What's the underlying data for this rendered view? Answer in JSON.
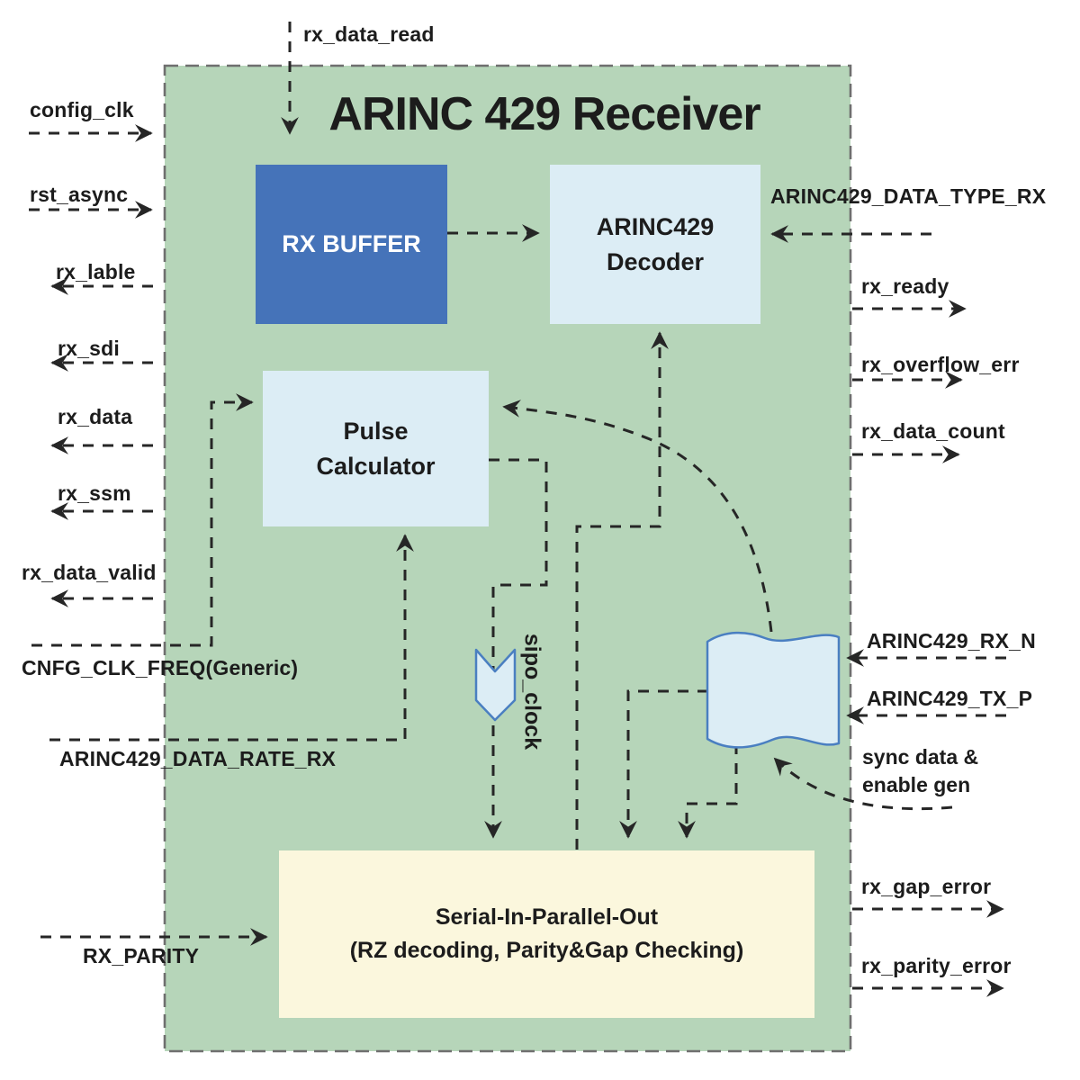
{
  "diagram": {
    "title": "ARINC 429 Receiver",
    "blocks": {
      "rx_buffer": "RX BUFFER",
      "decoder_line1": "ARINC429",
      "decoder_line2": "Decoder",
      "pulse_line1": "Pulse",
      "pulse_line2": "Calculator",
      "sipo_line1": "Serial-In-Parallel-Out",
      "sipo_line2": "(RZ decoding, Parity&Gap Checking)",
      "sipo_clock_label": "sipo_clock"
    },
    "signals": {
      "rx_data_read": "rx_data_read",
      "config_clk": "config_clk",
      "rst_async": "rst_async",
      "rx_lable": "rx_lable",
      "rx_sdi": "rx_sdi",
      "rx_data": "rx_data",
      "rx_ssm": "rx_ssm",
      "rx_data_valid": "rx_data_valid",
      "cnfg_clk_freq": "CNFG_CLK_FREQ(Generic)",
      "arinc429_data_rate_rx": "ARINC429_DATA_RATE_RX",
      "rx_parity": "RX_PARITY",
      "arinc429_data_type_rx": "ARINC429_DATA_TYPE_RX",
      "rx_ready": "rx_ready",
      "rx_overflow_err": "rx_overflow_err",
      "rx_data_count": "rx_data_count",
      "arinc429_rx_n": "ARINC429_RX_N",
      "arinc429_tx_p": "ARINC429_TX_P",
      "sync_gen_line1": "sync data &",
      "sync_gen_line2": "enable gen",
      "rx_gap_error": "rx_gap_error",
      "rx_parity_error": "rx_parity_error"
    },
    "colors": {
      "container_fill": "#b6d5b9",
      "container_border": "#6f6f6f",
      "buffer_fill": "#4573b9",
      "light_block_fill": "#dcedf5",
      "sipo_fill": "#fbf7dd",
      "shape_stroke": "#4a7fc1",
      "wire": "#262626"
    }
  }
}
